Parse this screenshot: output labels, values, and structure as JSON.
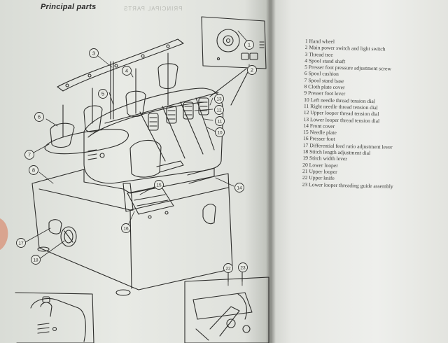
{
  "left_page": {
    "title": "Principal parts",
    "bleed_through_text": "PRINCIPAL PARTS"
  },
  "callout_numbers": [
    "1",
    "2",
    "3",
    "4",
    "5",
    "6",
    "7",
    "8",
    "10",
    "11",
    "12",
    "13",
    "14",
    "15",
    "16",
    "17",
    "18",
    "22",
    "23"
  ],
  "parts": [
    {
      "number": "1",
      "name": "Hand wheel"
    },
    {
      "number": "2",
      "name": "Main power switch and light switch"
    },
    {
      "number": "3",
      "name": "Thread tree"
    },
    {
      "number": "4",
      "name": "Spool stand shaft"
    },
    {
      "number": "5",
      "name": "Presser foot pressure adjustment screw"
    },
    {
      "number": "6",
      "name": "Spool cushion"
    },
    {
      "number": "7",
      "name": "Spool stand base"
    },
    {
      "number": "8",
      "name": "Cloth plate cover"
    },
    {
      "number": "9",
      "name": "Presser foot  lever"
    },
    {
      "number": "10",
      "name": "Left needle thread tension dial"
    },
    {
      "number": "11",
      "name": "Right needle thread tension dial"
    },
    {
      "number": "12",
      "name": "Upper looper thread tension dial"
    },
    {
      "number": "13",
      "name": "Lower looper thread tension dial"
    },
    {
      "number": "14",
      "name": "Front cover"
    },
    {
      "number": "15",
      "name": "Needle plate"
    },
    {
      "number": "16",
      "name": "Presser foot"
    },
    {
      "number": "17",
      "name": "Differential feed ratio adjustment lever"
    },
    {
      "number": "18",
      "name": "Stitch length adjustment dial"
    },
    {
      "number": "19",
      "name": "Stitch width lever"
    },
    {
      "number": "20",
      "name": "Lower looper"
    },
    {
      "number": "21",
      "name": "Upper looper"
    },
    {
      "number": "22",
      "name": "Upper knife"
    },
    {
      "number": "23",
      "name": "Lower looper threading guide assembly"
    }
  ]
}
